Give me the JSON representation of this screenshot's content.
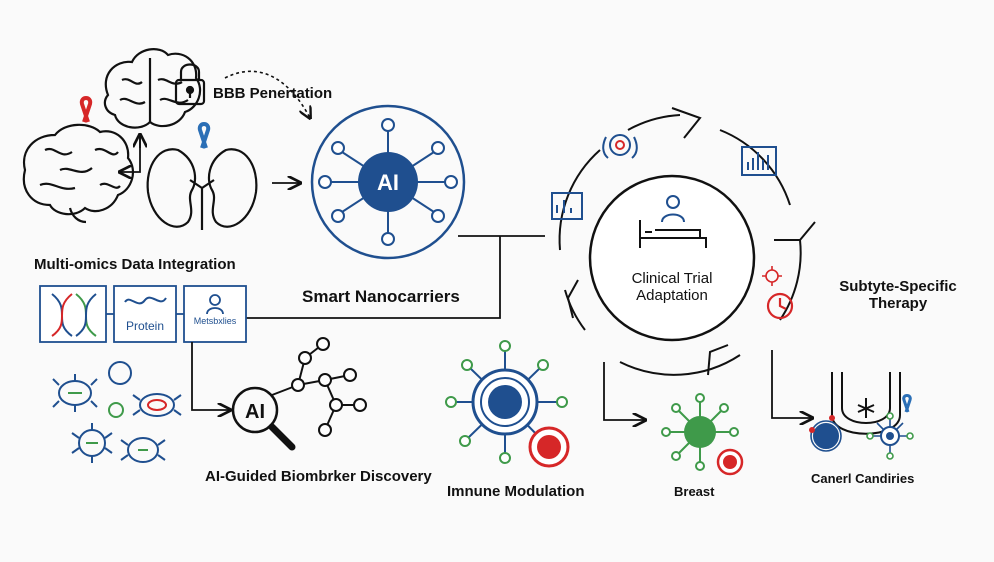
{
  "labels": {
    "bbb": "BBB Penertation",
    "multiomics": "Multi-omics Data Integration",
    "smart_nanocarriers": "Smart Nanocarriers",
    "clinical_line1": "Clinical Trial",
    "clinical_line2": "Adaptation",
    "subtype_line1": "Subtyte-Specific",
    "subtype_line2": "Therapy",
    "biomarker": "AI-Guided Biombrker Discovery",
    "immune": "Imnune Modulation",
    "breast": "Breast",
    "cancer": "Canerl Candiries"
  },
  "boxes": {
    "protein": "Protein",
    "metabolites": "Metsbxlies"
  },
  "badges": {
    "ai_nano": "AI",
    "ai_magnifier": "AI"
  },
  "colors": {
    "accent_blue": "#1f4f8f",
    "nodes_green": "#3f9a4a",
    "ribbon_red": "#d62728",
    "ribbon_blue": "#2b6fb6"
  },
  "icons": [
    "brain-icon",
    "lock-icon",
    "kidney-icon",
    "ribbon-icon",
    "dna-icon",
    "protein-icon",
    "metabolite-icon",
    "microbe-icon",
    "magnifier-icon",
    "molecule-icon",
    "nanocarrier-icon",
    "immune-cell-icon",
    "bed-icon",
    "doctor-icon",
    "chart-icon",
    "timer-icon",
    "virus-icon",
    "tissue-icon"
  ]
}
